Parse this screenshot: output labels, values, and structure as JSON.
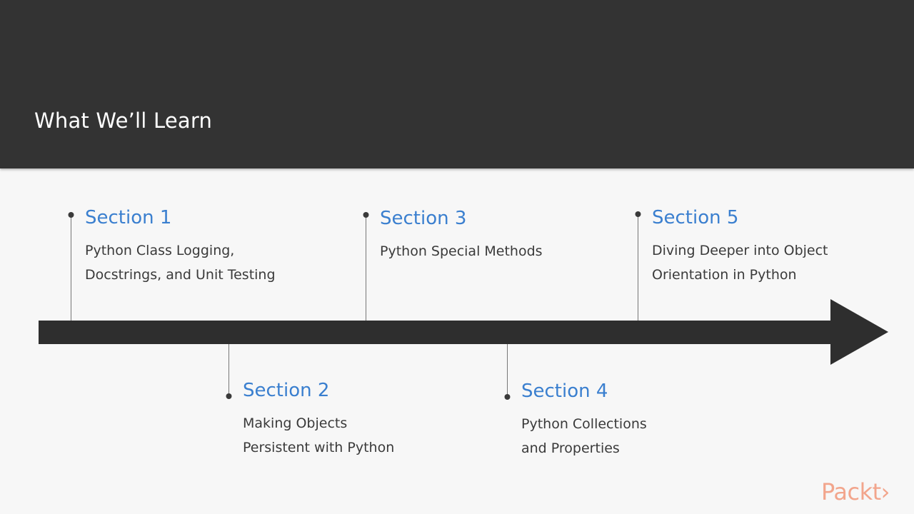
{
  "header": {
    "title": "What We’ll Learn"
  },
  "sections": [
    {
      "title": "Section 1",
      "line1": "Python Class Logging,",
      "line2": "Docstrings, and Unit Testing"
    },
    {
      "title": "Section 2",
      "line1": "Making Objects",
      "line2": "Persistent with Python"
    },
    {
      "title": "Section 3",
      "line1": "Python Special Methods",
      "line2": ""
    },
    {
      "title": "Section 4",
      "line1": "Python Collections",
      "line2": "and Properties"
    },
    {
      "title": "Section 5",
      "line1": "Diving Deeper into Object",
      "line2": "Orientation in Python"
    }
  ],
  "brand": {
    "logo_text": "Packt›"
  },
  "colors": {
    "header_bg": "#333333",
    "accent": "#3a7fcf",
    "arrow": "#2e2e2e",
    "logo": "#f2a58c"
  }
}
